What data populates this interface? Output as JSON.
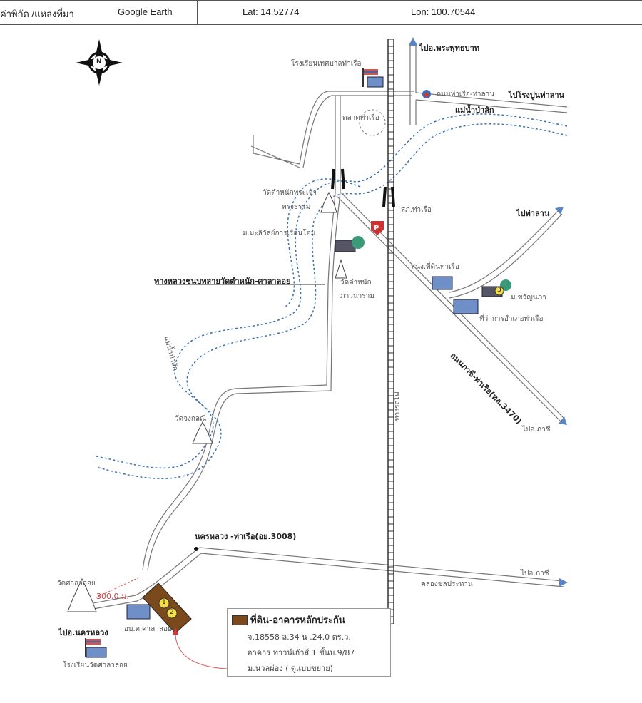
{
  "header": {
    "source_label": "ค่าพิกัด /แหล่งที่มา",
    "source_value": "Google Earth",
    "lat": "Lat: 14.52774",
    "lon": "Lon: 100.70544"
  },
  "compass": {
    "label": "N"
  },
  "labels": {
    "to_phrabat": "ไปอ.พระพุทธบาท",
    "school_tharuea": "โรงเรียนเทศบาลท่าเรือ",
    "road_tharuea_thalan": "ถนนท่าเรือ-ท่าลาน",
    "to_cement": "ไปโรงปูนท่าลาน",
    "river_pasak": "แม่น้ำป่าสัก",
    "market": "ตลาดท่าเรือ",
    "wat_phrachao": "วัดตำหนักพระเจ้า",
    "wat_phrachao2": "ทรงธรรม",
    "police": "สภ.ท่าเรือ",
    "to_thalan": "ไปท่าลาน",
    "school_mali": "ม.มะลิวัลย์การเรือนโฮม",
    "rural_road": "ทางหลวงชนบทสายวัดตำหนัก-ศาลาลอย",
    "wat_tamnak": "วัดตำหนัก",
    "wat_tamnak2": "ภาวนาราม",
    "land_office": "สนง.ที่ดินท่าเรือ",
    "village_3": "ม.ขวัญนภา",
    "district_office": "ที่ว่าการอำเภอท่าเรือ",
    "road_3470": "ถนนภาชี-ท่าเรือ(ทล.3470)",
    "river_pasak2": "แม่น้ำป่าสัก",
    "railway": "ทางรถไฟ",
    "wat_chongkhani": "วัดจงกลณี",
    "to_phachi": "ไปอ.ภาชี",
    "road_3008": "นครหลวง -ท่าเรือ(อย.3008)",
    "to_phachi2": "ไปอ.ภาชี",
    "canal": "คลองชลประทาน",
    "wat_salaloi": "วัดศาลาลอย",
    "distance": "300.0 ม.",
    "to_nakhonluang": "ไปอ.นครหลวง",
    "health_center": "อบ.ต.ศาลาลอย",
    "school_salaloi": "โรงเรียนวัดศาลาลอย",
    "marker1": "1",
    "marker2": "2",
    "marker3": "3"
  },
  "legend": {
    "title": "ที่ดิน-อาคารหลักประกัน",
    "line1": "จ.18558  ล.34 น .24.0 ตร.ว.",
    "line2": "อาคาร ทาวน์เฮ้าส์ 1 ชั้นบ.9/87",
    "line3": "ม.นวลผ่อง ( ดูแบบขยาย)",
    "color": "#7a4a1c"
  }
}
